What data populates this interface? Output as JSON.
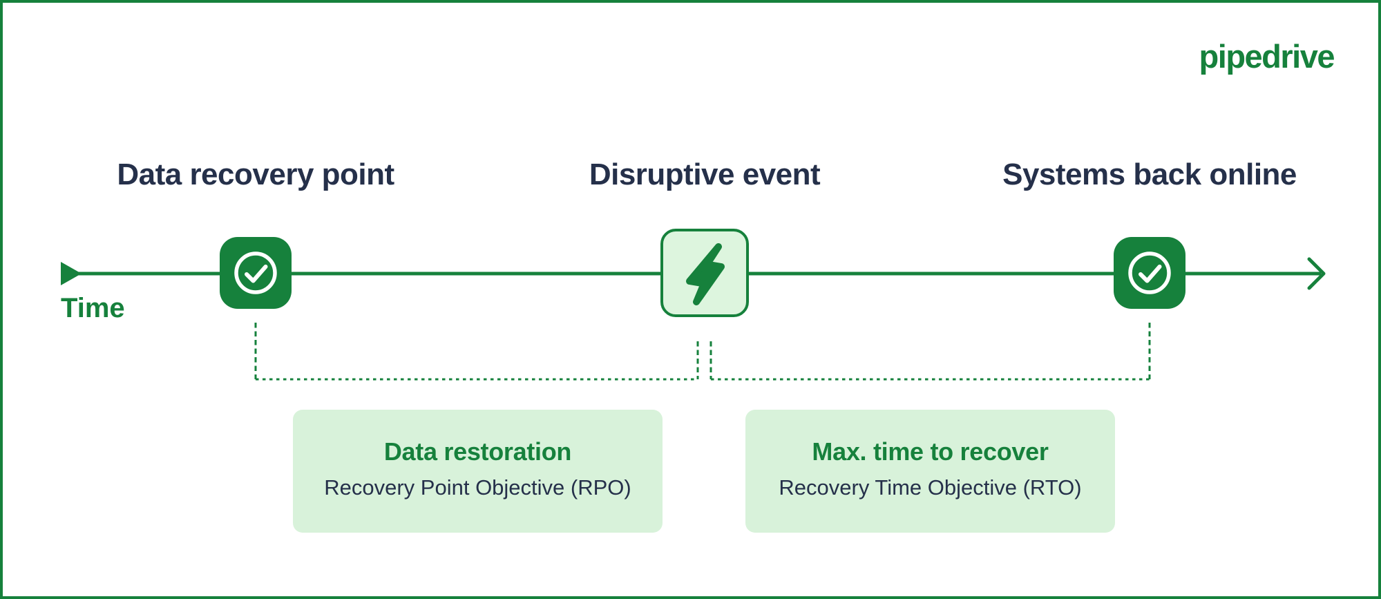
{
  "brand": {
    "logo_text": "pipedrive"
  },
  "colors": {
    "green": "#16813C",
    "green_light": "#D8F2DA",
    "green_pale": "#DDF5DE",
    "navy": "#25304A"
  },
  "timeline": {
    "axis_label": "Time",
    "milestones": [
      {
        "id": "data-recovery-point",
        "label": "Data recovery point",
        "icon": "check-circle-icon"
      },
      {
        "id": "disruptive-event",
        "label": "Disruptive event",
        "icon": "lightning-bolt-icon"
      },
      {
        "id": "systems-back-online",
        "label": "Systems back online",
        "icon": "check-circle-icon"
      }
    ]
  },
  "spans": [
    {
      "id": "rpo",
      "title": "Data restoration",
      "subtitle": "Recovery Point Objective (RPO)"
    },
    {
      "id": "rto",
      "title": "Max. time to recover",
      "subtitle": "Recovery Time Objective (RTO)"
    }
  ]
}
